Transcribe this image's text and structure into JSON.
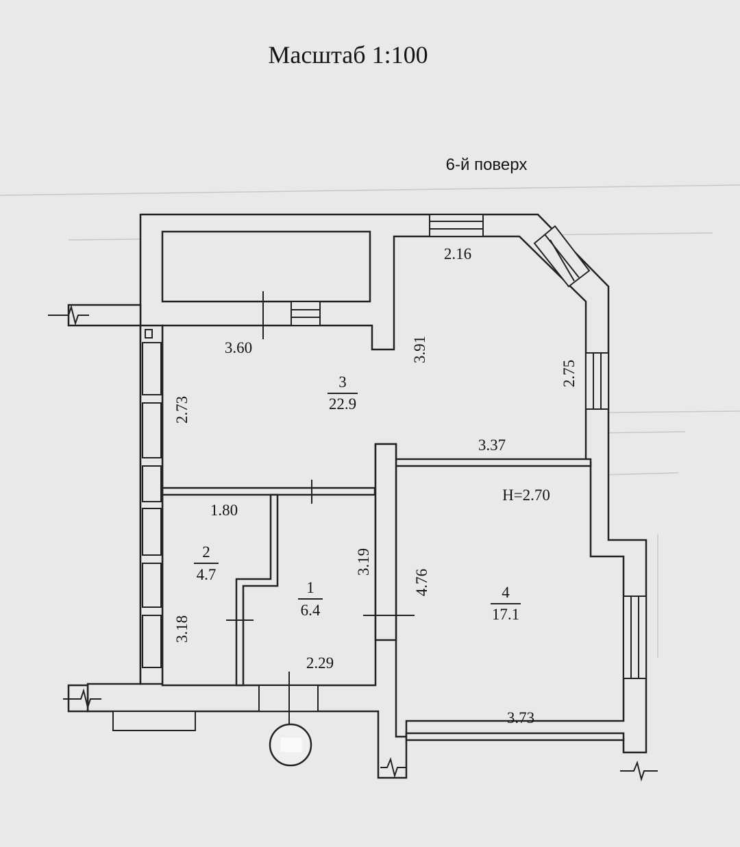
{
  "title": "Масштаб 1:100",
  "floor": "6-й поверх",
  "ceiling_height": "H=2.70",
  "rooms": [
    {
      "number": "1",
      "area": "6.4"
    },
    {
      "number": "2",
      "area": "4.7"
    },
    {
      "number": "3",
      "area": "22.9"
    },
    {
      "number": "4",
      "area": "17.1"
    }
  ],
  "dimensions": {
    "d_2_16": "2.16",
    "d_3_60": "3.60",
    "d_3_91": "3.91",
    "d_2_75": "2.75",
    "d_2_73": "2.73",
    "d_3_37": "3.37",
    "d_1_80": "1.80",
    "d_3_19": "3.19",
    "d_4_76": "4.76",
    "d_3_18": "3.18",
    "d_2_29": "2.29",
    "d_3_73": "3.73"
  }
}
